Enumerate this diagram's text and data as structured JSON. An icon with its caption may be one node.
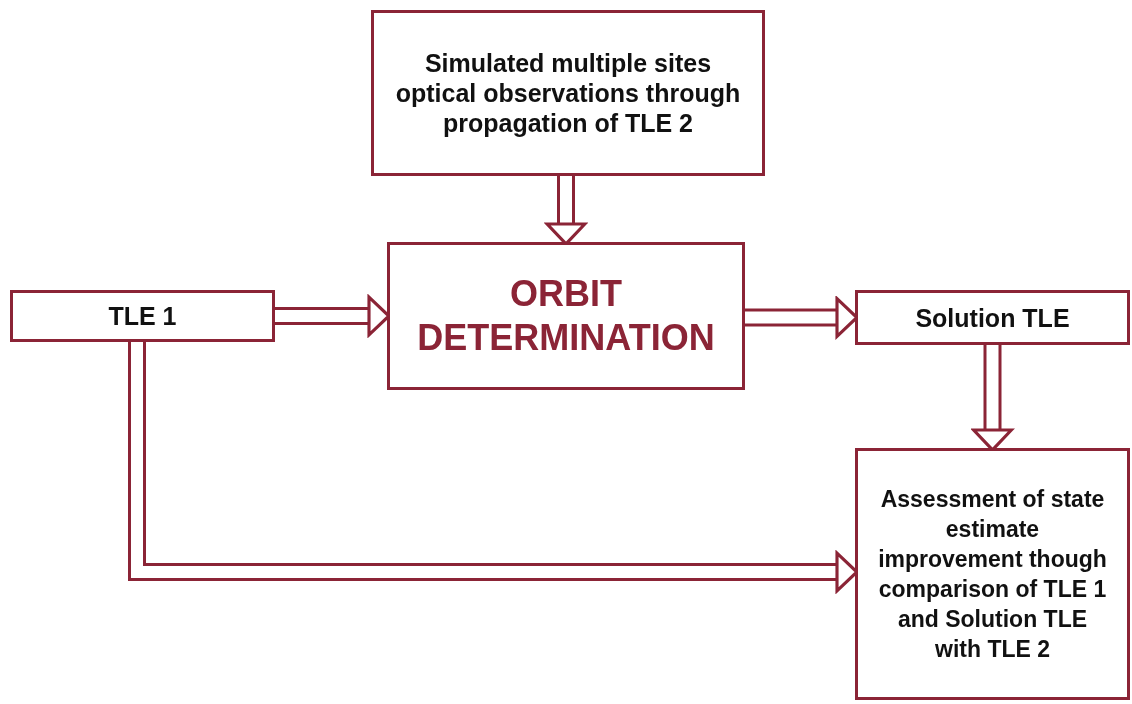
{
  "diagram": {
    "nodes": [
      {
        "text": [
          "Simulated multiple sites optical observations through propagation of TLE 2"
        ]
      },
      {
        "text": [
          "ORBIT DETERMINATION"
        ]
      },
      {
        "text": [
          "TLE 1"
        ]
      },
      {
        "text": [
          "Solution TLE"
        ]
      },
      {
        "text": [
          "Assessment of state estimate improvement though comparison of TLE 1 and Solution TLE with TLE 2"
        ]
      }
    ],
    "edges": [
      {
        "from": 0,
        "to": 1,
        "arrow": "to"
      },
      {
        "from": 2,
        "to": 1,
        "arrow": "to"
      },
      {
        "from": 1,
        "to": 3,
        "arrow": "to"
      },
      {
        "from": 3,
        "to": 4,
        "arrow": "to"
      },
      {
        "from": 2,
        "to": 4,
        "arrow": "to"
      }
    ]
  }
}
